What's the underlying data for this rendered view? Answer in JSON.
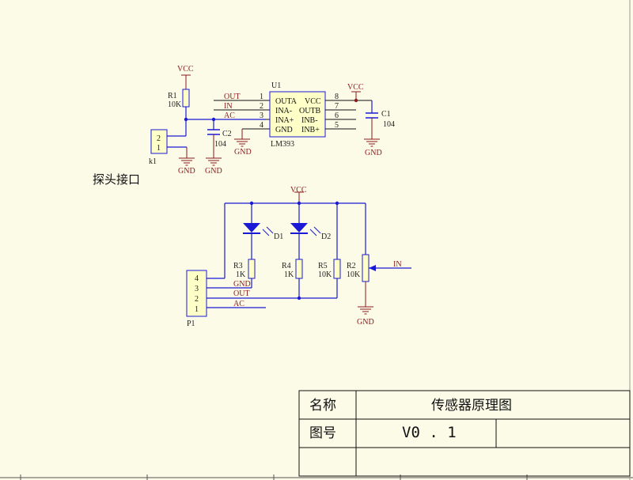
{
  "nets": {
    "vcc": "VCC",
    "gnd": "GND",
    "out": "OUT",
    "in": "IN",
    "ac": "AC"
  },
  "u1": {
    "ref": "U1",
    "part": "LM393",
    "left_pins": [
      {
        "num": "1",
        "name": "OUTA"
      },
      {
        "num": "2",
        "name": "INA-"
      },
      {
        "num": "3",
        "name": "INA+"
      },
      {
        "num": "4",
        "name": "GND"
      }
    ],
    "right_pins": [
      {
        "num": "8",
        "name": "VCC"
      },
      {
        "num": "7",
        "name": "OUTB"
      },
      {
        "num": "6",
        "name": "INB-"
      },
      {
        "num": "5",
        "name": "INB+"
      }
    ]
  },
  "r1": {
    "ref": "R1",
    "value": "10K"
  },
  "c1": {
    "ref": "C1",
    "value": "104"
  },
  "c2": {
    "ref": "C2",
    "value": "104"
  },
  "k1": {
    "ref": "k1",
    "pins": [
      "2",
      "1"
    ]
  },
  "probe_label": "探头接口",
  "d1": {
    "ref": "D1"
  },
  "d2": {
    "ref": "D2"
  },
  "r3": {
    "ref": "R3",
    "value": "1K"
  },
  "r4": {
    "ref": "R4",
    "value": "1K"
  },
  "r5": {
    "ref": "R5",
    "value": "10K"
  },
  "r2": {
    "ref": "R2",
    "value": "10K"
  },
  "p1": {
    "ref": "P1",
    "pins": [
      "4",
      "3",
      "2",
      "1"
    ]
  },
  "title_block": {
    "name_label": "名称",
    "name_value": "传感器原理图",
    "number_label": "图号",
    "number_value": "V0 . 1"
  }
}
